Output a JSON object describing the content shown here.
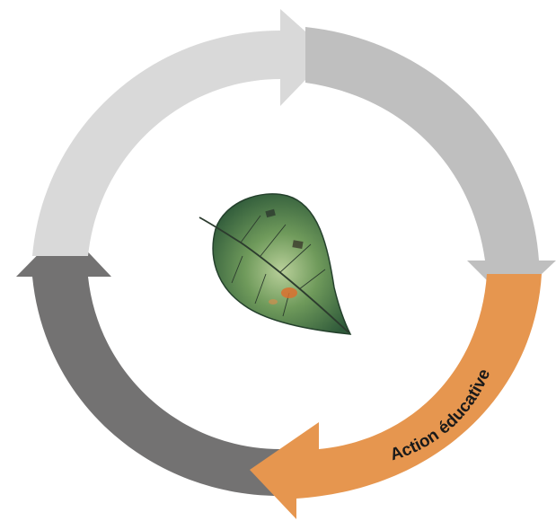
{
  "cycle": {
    "segments": [
      {
        "id": "top-left",
        "label": "",
        "color": "#d9d9d9"
      },
      {
        "id": "top-right",
        "label": "",
        "color": "#bfbfbf"
      },
      {
        "id": "bottom-right",
        "label": "Action éducative",
        "color": "#e6964f",
        "label_color": "#1a1a1a"
      },
      {
        "id": "left",
        "label": "",
        "color": "#737272"
      }
    ]
  },
  "center": {
    "icon": "leaf-icon"
  }
}
